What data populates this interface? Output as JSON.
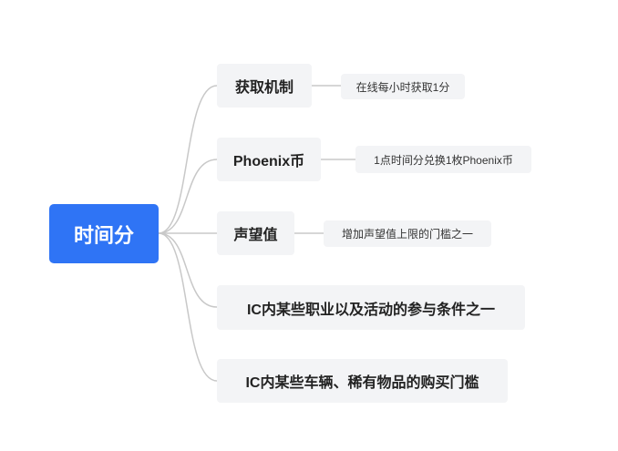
{
  "root": {
    "label": "时间分",
    "color": "#2f74f5"
  },
  "branches": [
    {
      "label": "获取机制",
      "detail": "在线每小时获取1分"
    },
    {
      "label": "Phoenix币",
      "detail": "1点时间分兑换1枚Phoenix币"
    },
    {
      "label": "声望值",
      "detail": "增加声望值上限的门槛之一"
    },
    {
      "label": "IC内某些职业以及活动的参与条件之一"
    },
    {
      "label": "IC内某些车辆、稀有物品的购买门槛"
    }
  ]
}
